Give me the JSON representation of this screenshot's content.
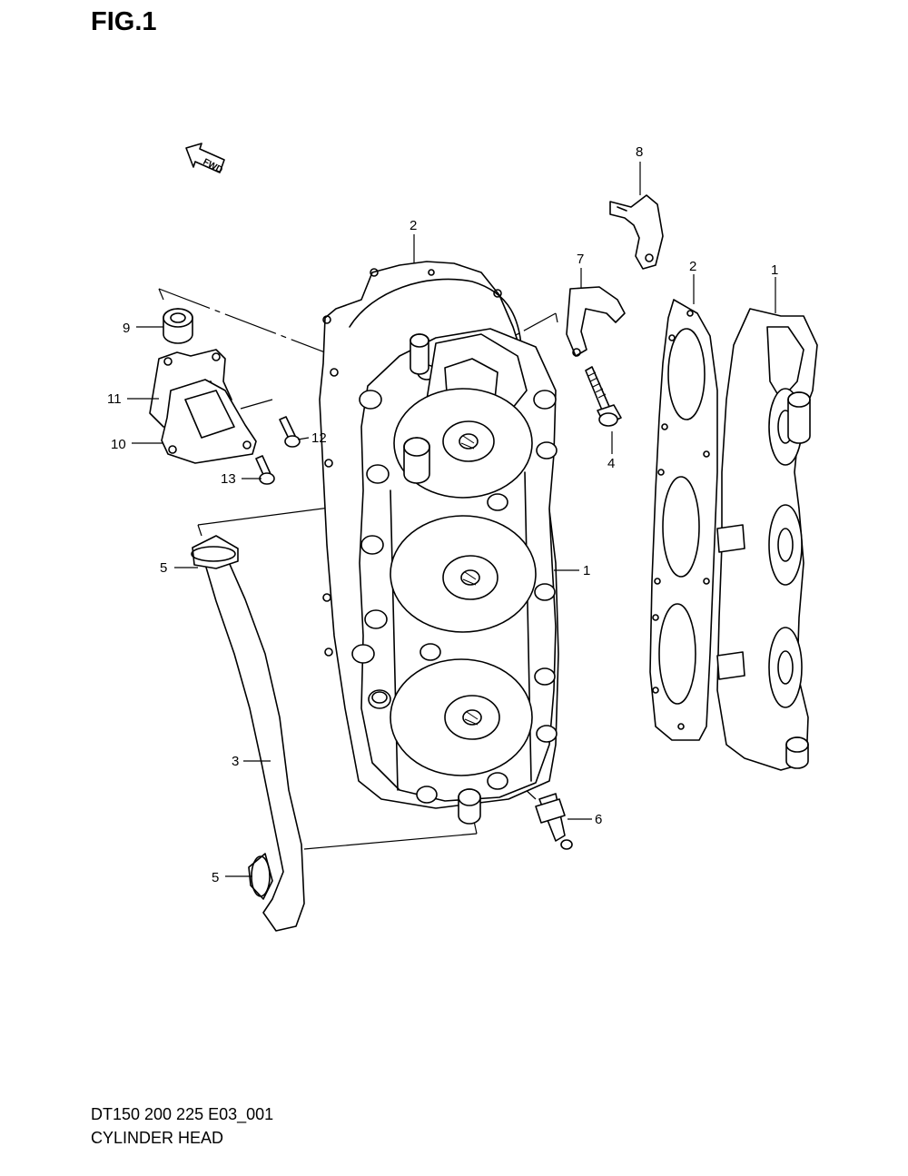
{
  "figure": {
    "title": "FIG.1"
  },
  "arrow": {
    "label": "FWD"
  },
  "callouts": [
    "1",
    "1",
    "2",
    "2",
    "3",
    "4",
    "5",
    "5",
    "6",
    "7",
    "8",
    "9",
    "10",
    "11",
    "12",
    "13"
  ],
  "footer": {
    "code": "DT150 200 225 E03_001",
    "name": "CYLINDER HEAD"
  }
}
